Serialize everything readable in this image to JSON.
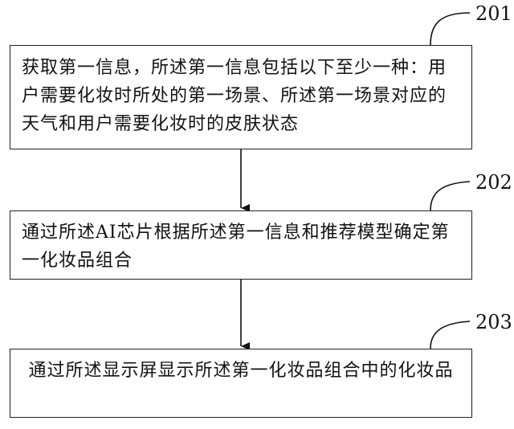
{
  "steps": [
    {
      "id": "201",
      "text": "获取第一信息，所述第一信息包括以下至少一种：用户需要化妆时所处的第一场景、所述第一场景对应的天气和用户需要化妆时的皮肤状态"
    },
    {
      "id": "202",
      "text": "通过所述AI芯片根据所述第一信息和推荐模型确定第一化妆品组合"
    },
    {
      "id": "203",
      "text": "通过所述显示屏显示所述第一化妆品组合中的化妆品"
    }
  ]
}
